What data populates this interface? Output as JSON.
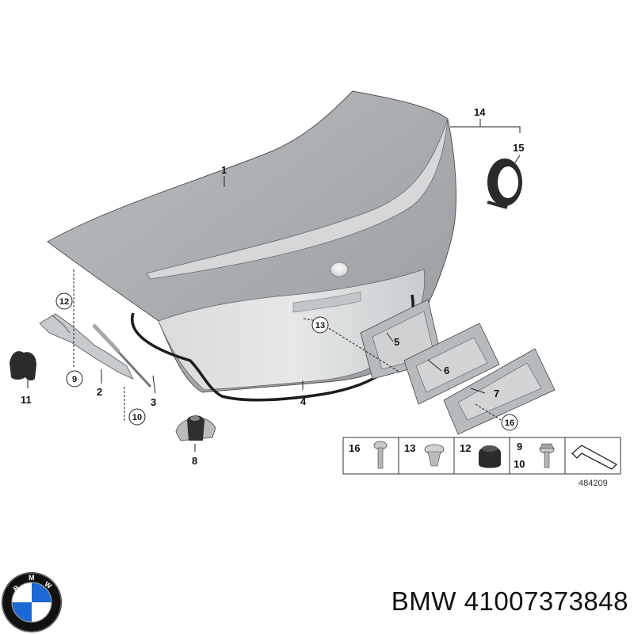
{
  "callouts": {
    "p1": "1",
    "p2": "2",
    "p3": "3",
    "p4": "4",
    "p5": "5",
    "p6": "6",
    "p7": "7",
    "p8": "8",
    "p9": "9",
    "p10": "10",
    "p11": "11",
    "p12": "12",
    "p13": "13",
    "p14": "14",
    "p15": "15",
    "p16": "16"
  },
  "legend": {
    "cells": [
      {
        "nums": [
          "16"
        ]
      },
      {
        "nums": [
          "13"
        ]
      },
      {
        "nums": [
          "12"
        ]
      },
      {
        "nums": [
          "9",
          "10"
        ]
      }
    ]
  },
  "reference_number": "484209",
  "logo": {
    "name": "bmw-logo",
    "text": "BMW",
    "colors": {
      "ring": "#111111",
      "blue": "#1c69d4",
      "white": "#ffffff"
    }
  },
  "caption": {
    "brand": "BMW",
    "part_number": "41007373848"
  }
}
